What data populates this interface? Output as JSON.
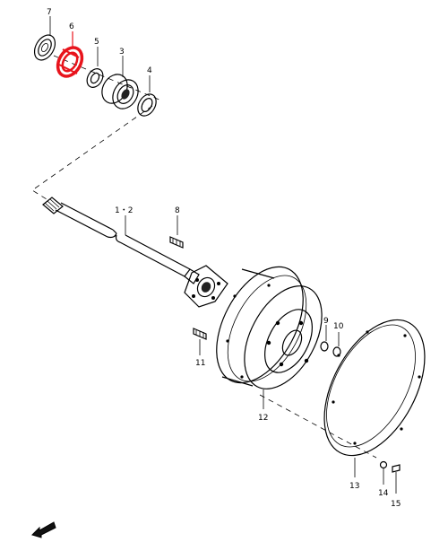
{
  "diagram": {
    "highlight_color": "#e8141c",
    "highlighted_part": "6",
    "part_labels": {
      "p7": "7",
      "p6": "6",
      "p5": "5",
      "p3": "3",
      "p4": "4",
      "p12_shaft": "1・2",
      "p8": "8",
      "p9": "9",
      "p10": "10",
      "p11": "11",
      "p12": "12",
      "p13": "13",
      "p14": "14",
      "p15": "15"
    },
    "icons": {
      "front_arrow": "front-direction-arrow-icon"
    }
  }
}
